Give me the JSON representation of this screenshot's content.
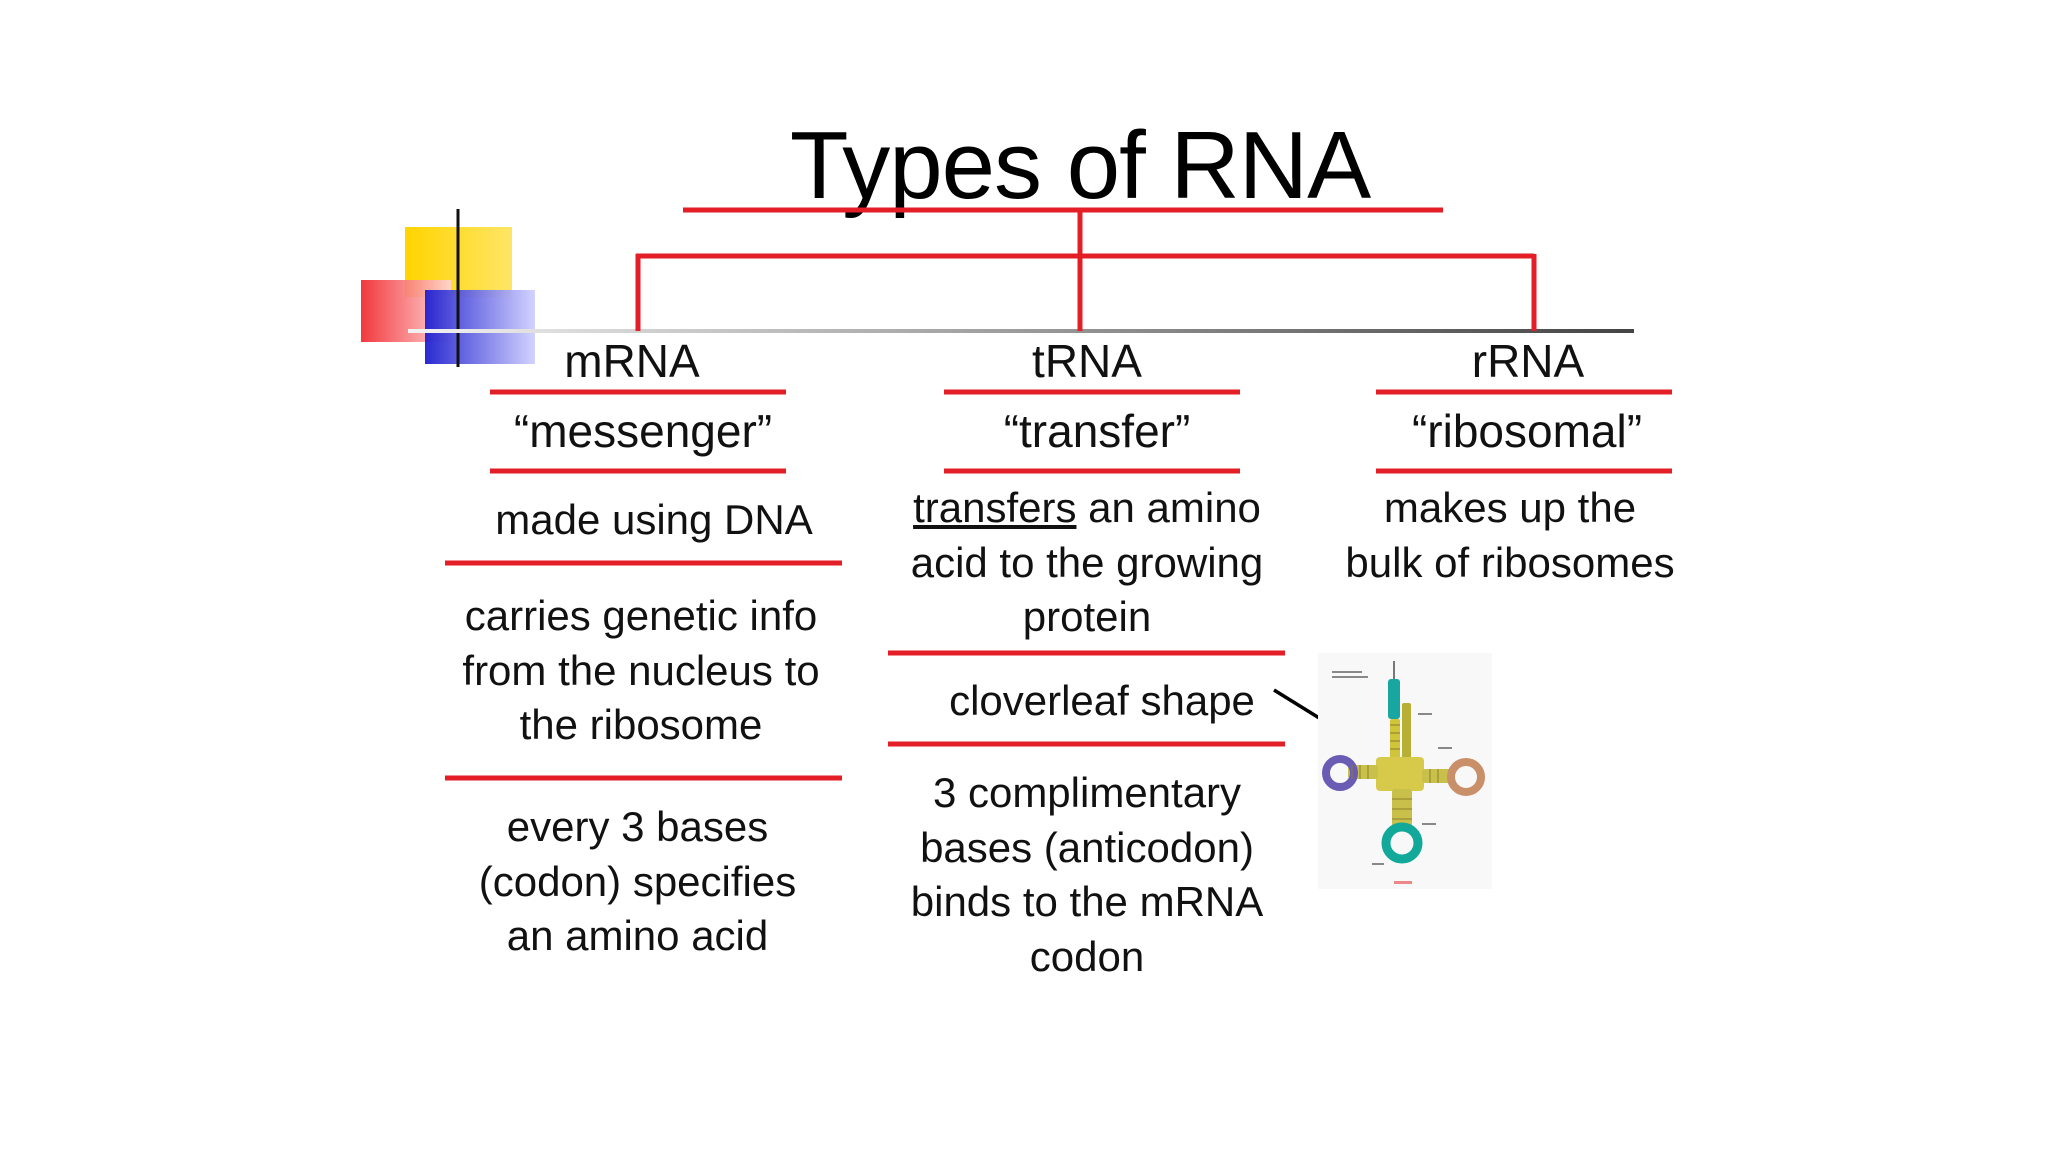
{
  "slide": {
    "title": "Types of RNA",
    "accent_color": "#e41e26",
    "columns": {
      "mrna": {
        "header": "mRNA",
        "subtitle": "“messenger”",
        "facts": [
          "made using DNA",
          "carries genetic info\nfrom the nucleus to\nthe ribosome",
          "every 3 bases\n(codon) specifies\nan amino acid"
        ]
      },
      "trna": {
        "header": "tRNA",
        "subtitle": "“transfer”",
        "fact1_underlined": "transfers",
        "fact1_rest": " an amino\nacid to the growing\nprotein",
        "facts": [
          "cloverleaf shape",
          "3 complimentary\nbases (anticodon)\nbinds to the mRNA\ncodon"
        ]
      },
      "rrna": {
        "header": "rRNA",
        "subtitle": "“ribosomal”",
        "facts": [
          "makes up the\nbulk of ribosomes"
        ]
      }
    },
    "figure": {
      "description_icon": "trna-cloverleaf-diagram-icon"
    },
    "decoration": {
      "colors": [
        "#ffd900",
        "#f0282d",
        "#1f1fcf"
      ]
    }
  }
}
